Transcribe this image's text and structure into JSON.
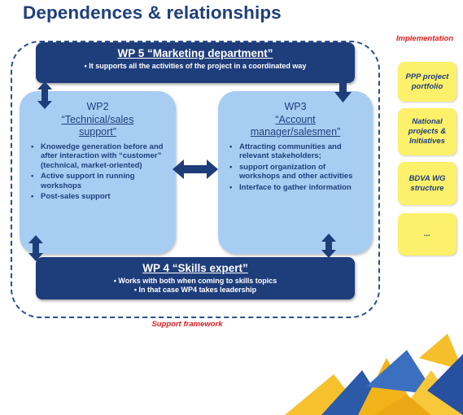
{
  "title": "Dependences & relationships",
  "wp5": {
    "title": "WP 5 “Marketing department”",
    "line": "•   It supports  all the activities of the project in a coordinated way"
  },
  "wp2": {
    "head1": "WP2",
    "head2": "“Technical/sales",
    "head3": "support”",
    "bullets": [
      "Knowedge generation before and after interaction with “customer” (technical, market-oriented)",
      "Active support in running workshops",
      "Post-sales support"
    ]
  },
  "wp3": {
    "head1": "WP3",
    "head2": "“Account",
    "head3": "manager/salesmen”",
    "bullets": [
      "Attracting communities and relevant stakeholders;",
      "support organization of workshops and other activities",
      "Interface to gather information"
    ]
  },
  "wp4": {
    "title": "WP 4 “Skills expert”",
    "line1": "•   Works with both when coming to skills topics",
    "line2": "•   In that case WP4 takes leadership"
  },
  "implementation_label": "Implementation",
  "side_boxes": [
    "PPP project portfolio",
    "National projects & Initiatives",
    "BDVA WG structure",
    "..."
  ],
  "support_label": "Support framework",
  "colors": {
    "navy": "#1e3d7b",
    "light_blue": "#a8cdf3",
    "yellow": "#fdf06b",
    "red": "#d9201f"
  }
}
